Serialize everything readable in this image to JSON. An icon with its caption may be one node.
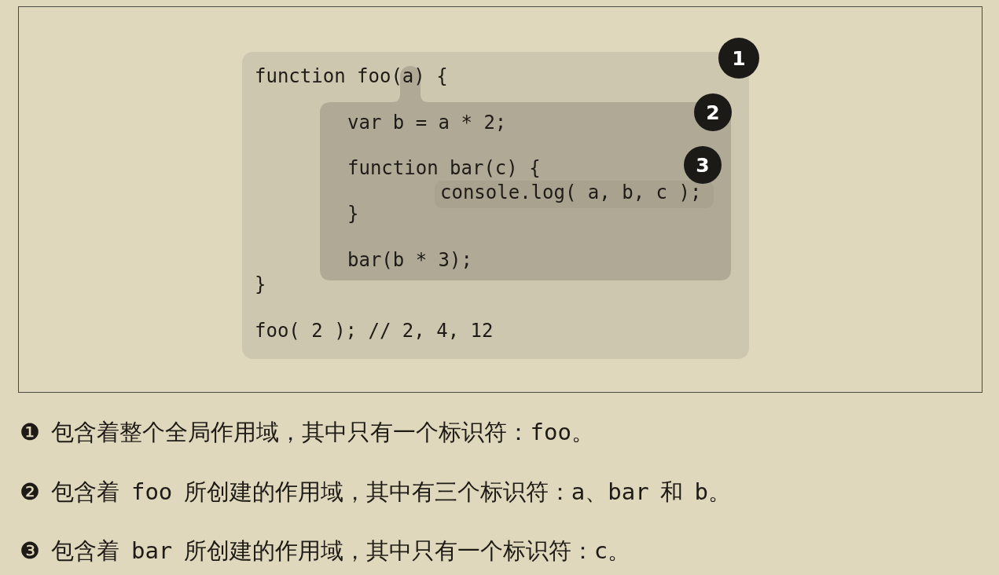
{
  "diagram": {
    "nodes": [
      {
        "text": [
          "function foo(a) {",
          "}",
          "foo( 2 ); // 2, 4, 12"
        ],
        "beside": [
          "1"
        ]
      },
      {
        "text": [
          "var b = a * 2;",
          "function bar(c) {",
          "}",
          "bar(b * 3);"
        ],
        "in": 0,
        "beside": [
          "2"
        ]
      },
      {
        "text": [
          "console.log( a, b, c );"
        ],
        "in": 1,
        "beside": [
          "3"
        ]
      }
    ],
    "labels": [
      "❶ 包含着整个全局作用域，其中只有一个标识符：foo。",
      "❷ 包含着 foo 所创建的作用域，其中有三个标识符：a、bar 和 b。",
      "❸ 包含着 bar 所创建的作用域，其中只有一个标识符：c。"
    ]
  }
}
